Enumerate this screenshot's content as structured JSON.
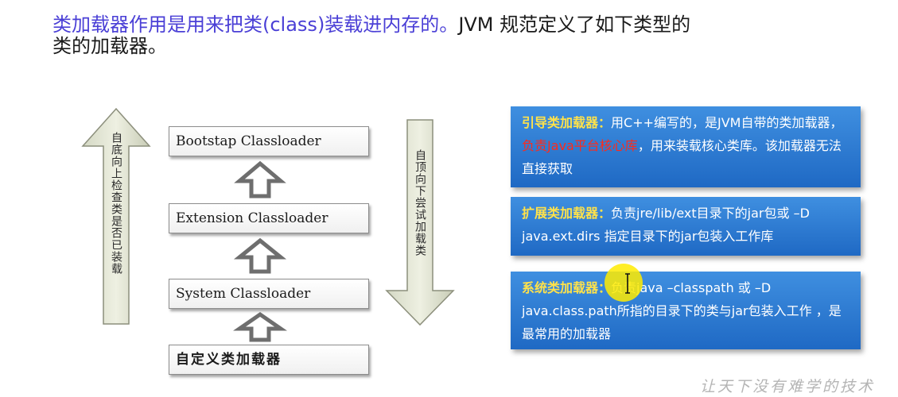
{
  "heading": {
    "part1": "类加载器作用是用来把类(class)装载进内存的。",
    "part2": "JVM 规范定义了如下类型的",
    "part3": "类的加载器。"
  },
  "diagram": {
    "loaders": [
      "Bootstap Classloader",
      "Extension Classloader",
      "System Classloader",
      "自定义类加载器"
    ],
    "left_arrow_label": "自底向上检查类是否已装载",
    "right_arrow_label": "自顶向下尝试加载类"
  },
  "info_boxes": [
    {
      "title": "引导类加载器：",
      "text_a": "用C++编写的，是JVM自带的类加载器，",
      "highlight": "负责Java平台核心库",
      "text_b": "，用来装载核心类库。该加载器无法直接获取"
    },
    {
      "title": "扩展类加载器：",
      "text_a": "负责jre/lib/ext目录下的jar包或 –D java.ext.dirs 指定目录下的jar包装入工作库"
    },
    {
      "title": "系统类加载器：",
      "text_a": "负责java –classpath 或 –D java.class.path所指的目录下的类与jar包装入工作 ，是最常用的加载器"
    }
  ],
  "watermark": "让天下没有难学的技术",
  "icons": {
    "cursor": "text-cursor-icon",
    "up_arrow": "up-arrow-icon",
    "down_arrow": "down-arrow-icon"
  }
}
